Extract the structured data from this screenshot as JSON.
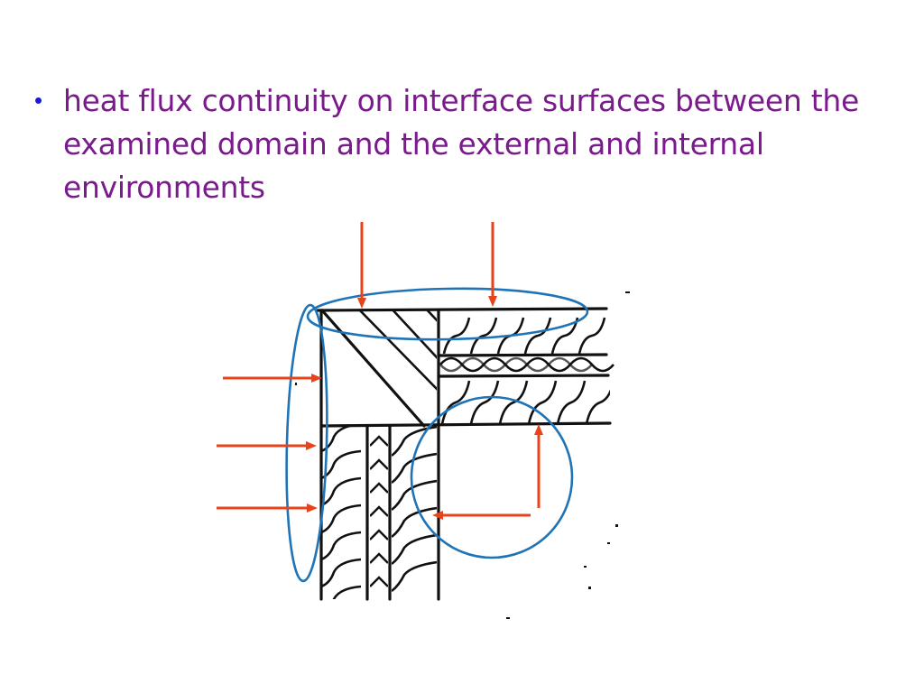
{
  "slide": {
    "bullet_symbol": "•",
    "bullet_text": "heat flux continuity on interface surfaces between the examined domain and the external and internal environments",
    "colors": {
      "bullet": "#1a1adc",
      "text": "#7a1a8c",
      "arrow": "#e8431a",
      "ellipse": "#1f74b8",
      "drawing": "#111111"
    }
  },
  "diagram": {
    "subject": "wall-roof corner cross-section with hatched layers",
    "arrows": [
      {
        "direction": "down",
        "region": "top-surface"
      },
      {
        "direction": "down",
        "region": "top-surface"
      },
      {
        "direction": "right",
        "region": "left-surface"
      },
      {
        "direction": "right",
        "region": "left-surface"
      },
      {
        "direction": "right",
        "region": "left-surface"
      },
      {
        "direction": "up",
        "region": "inner-corner"
      },
      {
        "direction": "left",
        "region": "inner-corner"
      }
    ],
    "highlights": [
      "top-interface",
      "left-interface",
      "inner-corner"
    ]
  }
}
